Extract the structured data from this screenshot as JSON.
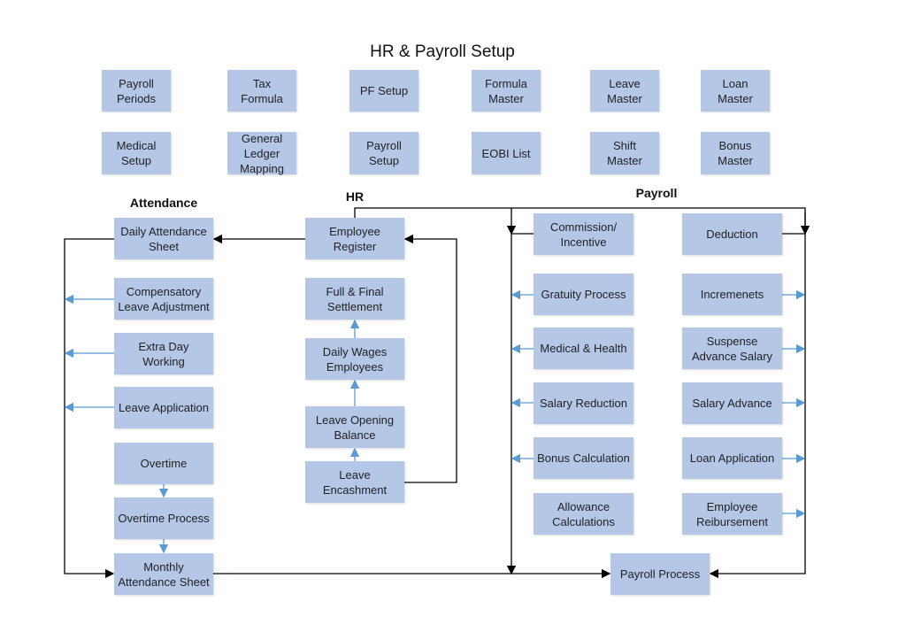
{
  "title": "HR & Payroll Setup",
  "setup": {
    "payroll_periods": "Payroll\nPeriods",
    "tax_formula": "Tax\nFormula",
    "pf_setup": "PF Setup",
    "formula_master": "Formula\nMaster",
    "leave_master": "Leave\nMaster",
    "loan_master": "Loan\nMaster",
    "medical_setup": "Medical\nSetup",
    "gl_mapping": "General\nLedger\nMapping",
    "payroll_setup": "Payroll\nSetup",
    "eobi_list": "EOBI List",
    "shift_master": "Shift\nMaster",
    "bonus_master": "Bonus\nMaster"
  },
  "attendance": {
    "heading": "Attendance",
    "daily_attendance": "Daily Attendance\nSheet",
    "compensatory": "Compensatory\nLeave Adjustment",
    "extra_day": "Extra Day\nWorking",
    "leave_application": "Leave Application",
    "overtime": "Overtime",
    "overtime_process": "Overtime Process",
    "monthly_attendance": "Monthly\nAttendance Sheet"
  },
  "hr": {
    "heading": "HR",
    "employee_register": "Employee\nRegister",
    "full_final": "Full & Final\nSettlement",
    "daily_wages": "Daily Wages\nEmployees",
    "leave_opening": "Leave Opening\nBalance",
    "leave_encashment": "Leave\nEncashment"
  },
  "payroll": {
    "heading": "Payroll",
    "commission": "Commission/\nIncentive",
    "gratuity": "Gratuity Process",
    "medical_health": "Medical & Health",
    "salary_reduction": "Salary Reduction",
    "bonus_calculation": "Bonus Calculation",
    "allowance": "Allowance\nCalculations",
    "deduction": "Deduction",
    "increments": "Incremenets",
    "suspense": "Suspense\nAdvance Salary",
    "salary_advance": "Salary Advance",
    "loan_application": "Loan Application",
    "reimbursement": "Employee\nReibursement",
    "payroll_process": "Payroll Process"
  },
  "colors": {
    "box": "#b4c7e7",
    "flow_line": "#000000",
    "sub_arrow": "#5b9bd5"
  }
}
